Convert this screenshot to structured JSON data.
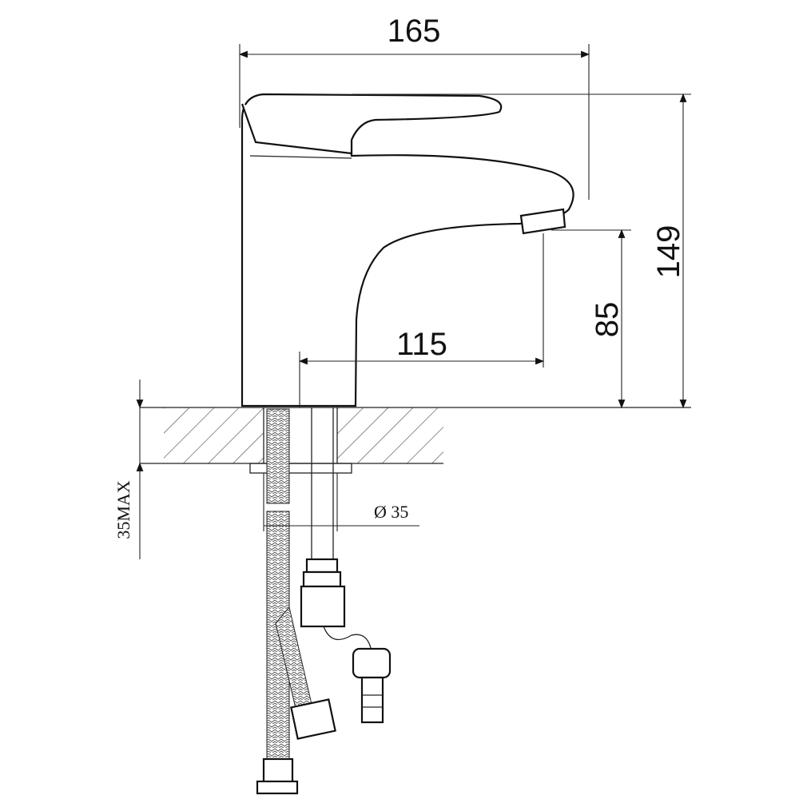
{
  "diagram": {
    "title": "Basin faucet dimension drawing",
    "dimensions": {
      "total_length": "165",
      "total_height": "149",
      "spout_height": "85",
      "spout_reach": "115",
      "hole_diameter": "Ø 35",
      "max_counter_thickness": "35MAX"
    },
    "colors": {
      "line": "#222222",
      "background": "#ffffff"
    }
  }
}
